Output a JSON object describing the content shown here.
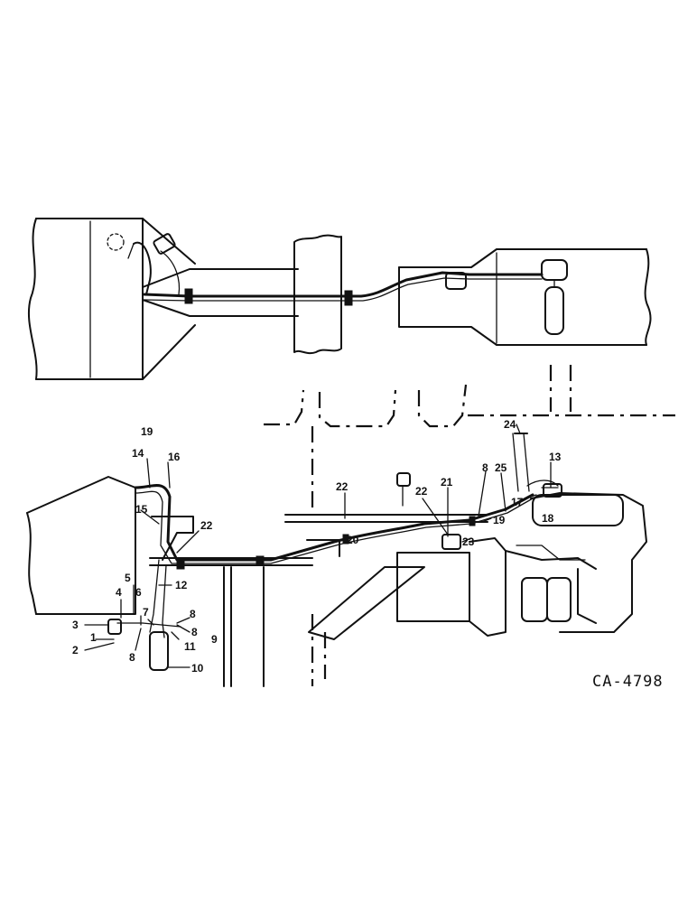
{
  "figure_id": "CA-4798",
  "callouts": {
    "c1": "1",
    "c2": "2",
    "c3": "3",
    "c4": "4",
    "c5": "5",
    "c6": "6",
    "c7": "7",
    "c8a": "8",
    "c8b": "8",
    "c8c": "8",
    "c8d": "8",
    "c9": "9",
    "c10": "10",
    "c11": "11",
    "c12": "12",
    "c13": "13",
    "c14": "14",
    "c15": "15",
    "c16": "16",
    "c17": "17",
    "c18": "18",
    "c19a": "19",
    "c19b": "19",
    "c20": "20",
    "c21": "21",
    "c22a": "22",
    "c22b": "22",
    "c22c": "22",
    "c23": "23",
    "c24": "24",
    "c25": "25"
  },
  "colors": {
    "ink": "#111111",
    "paper": "#ffffff"
  }
}
